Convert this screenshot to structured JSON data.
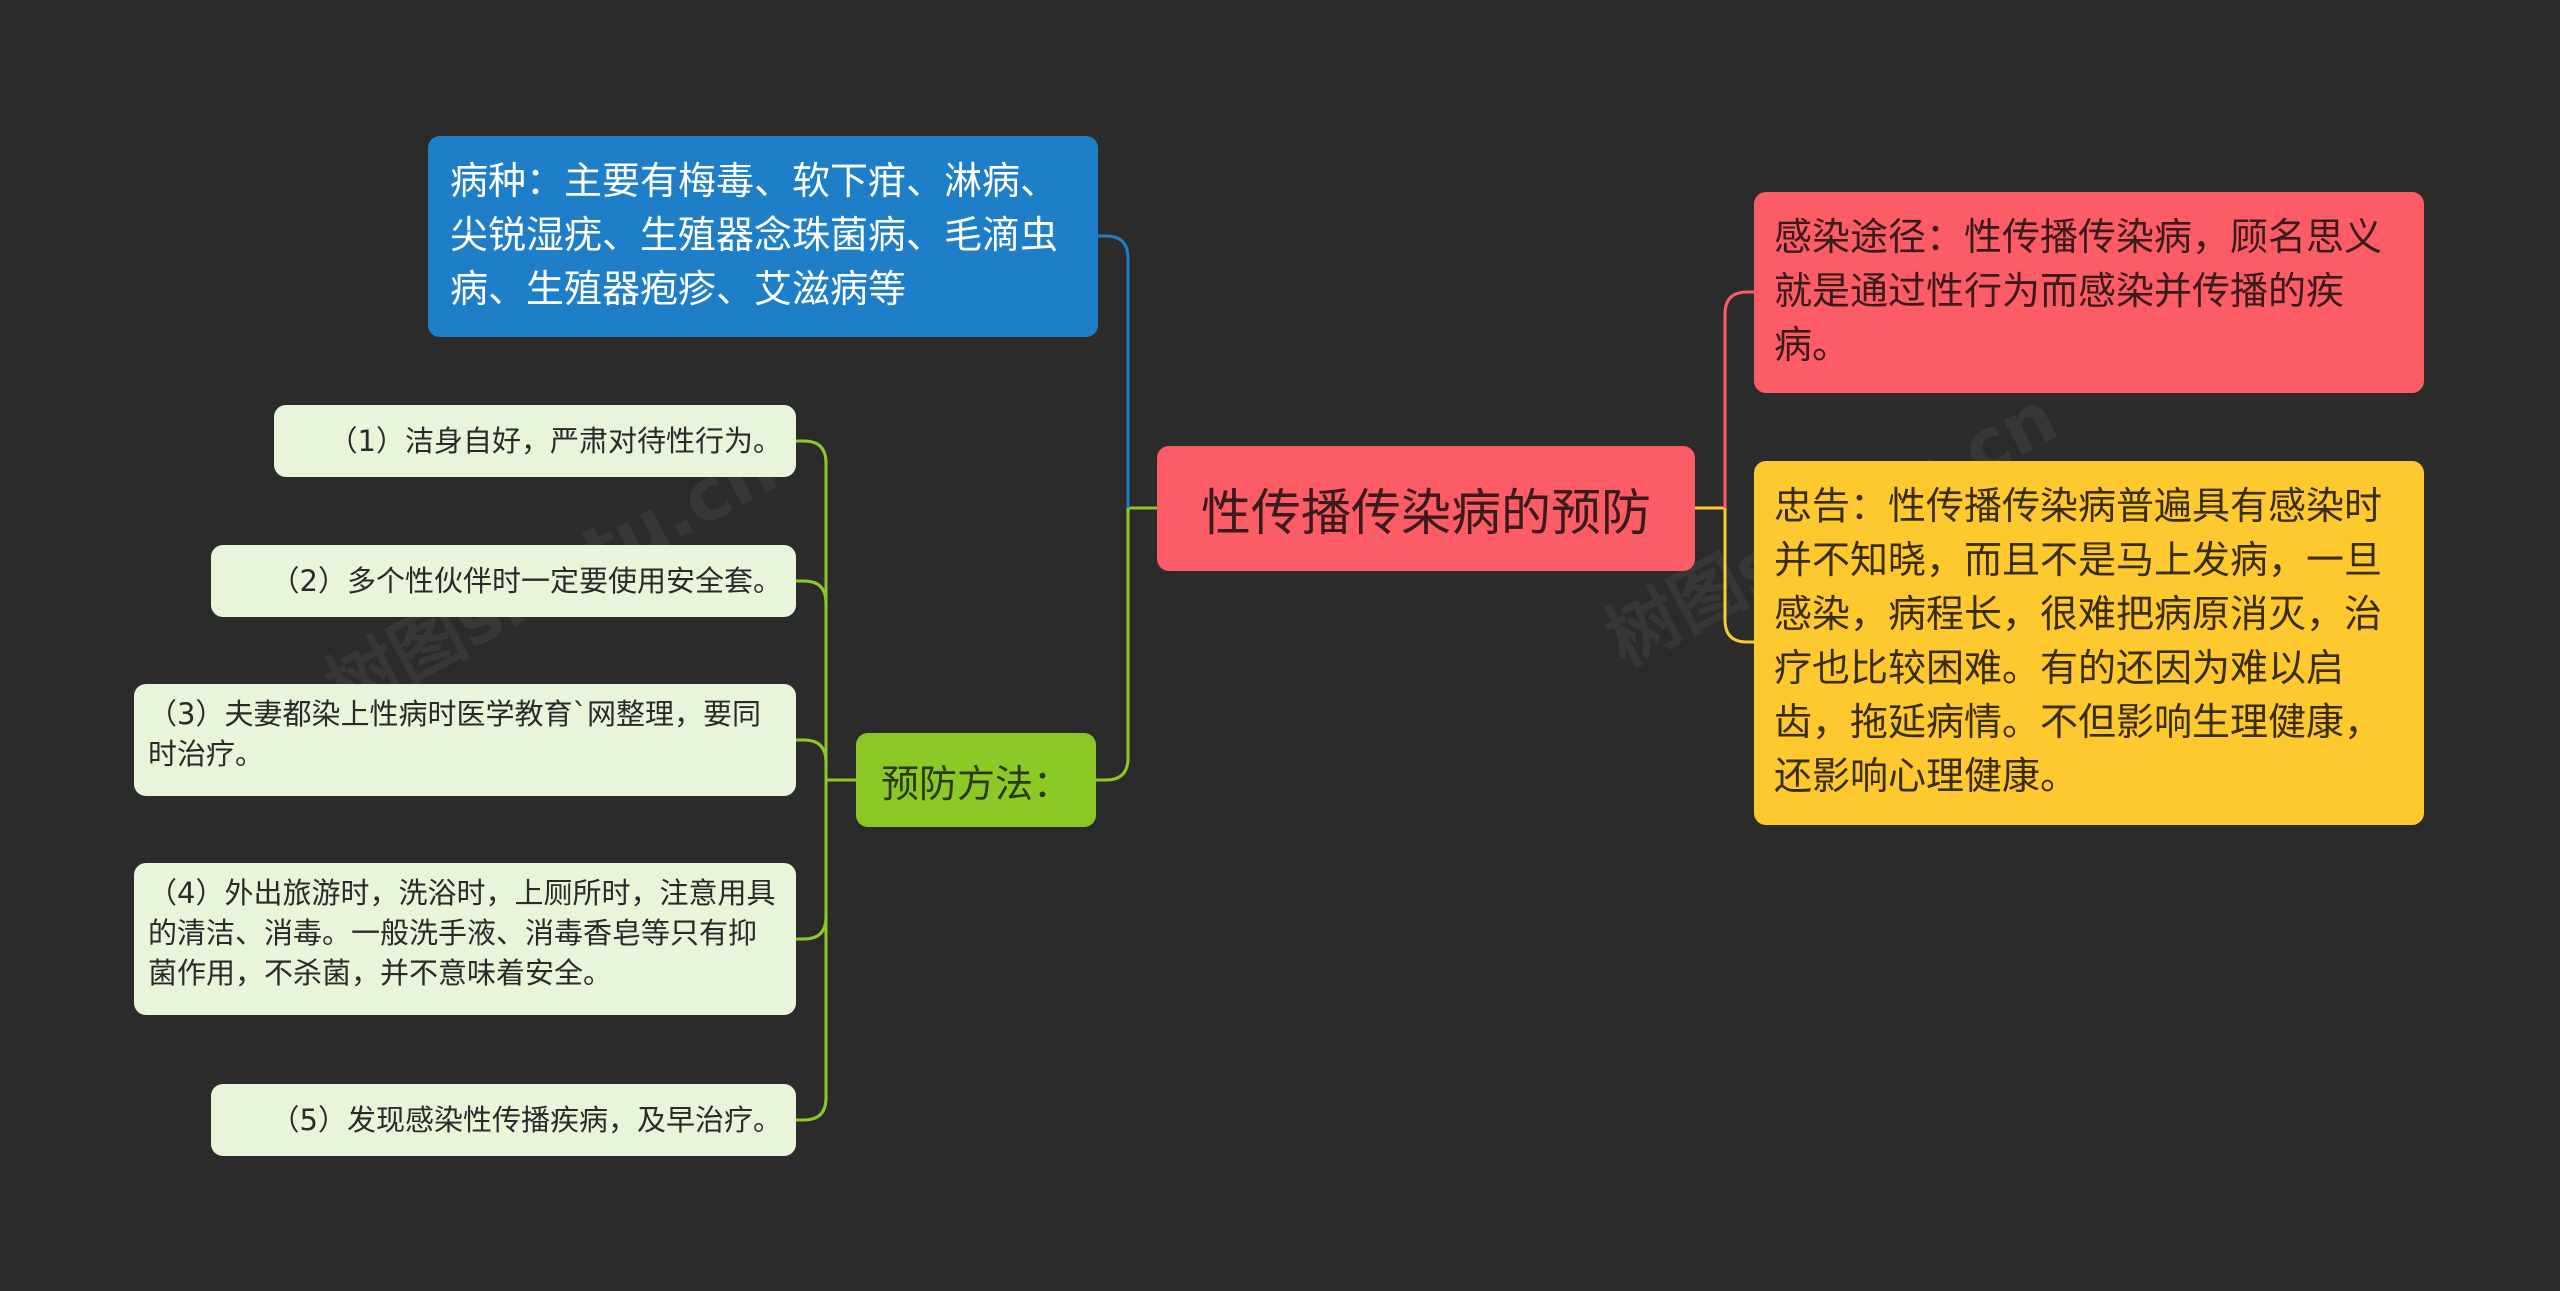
{
  "central": {
    "label": "性传播传染病的预防"
  },
  "left": {
    "disease_types": "病种：主要有梅毒、软下疳、淋病、尖锐湿疣、生殖器念珠菌病、毛滴虫病、生殖器疱疹、艾滋病等",
    "prevention": {
      "label": "预防方法：",
      "items": [
        "（1）洁身自好，严肃对待性行为。",
        "（2）多个性伙伴时一定要使用安全套。",
        "（3）夫妻都染上性病时医学教育`网整理，要同时治疗。",
        "（4）外出旅游时，洗浴时，上厕所时，注意用具的清洁、消毒。一般洗手液、消毒香皂等只有抑菌作用，不杀菌，并不意味着安全。",
        "（5）发现感染性传播疾病，及早治疗。"
      ]
    }
  },
  "right": {
    "infection_route": "感染途径：性传播传染病，顾名思义就是通过性行为而感染并传播的疾病。",
    "advice": "忠告：性传播传染病普遍具有感染时并不知晓，而且不是马上发病，一旦感染，病程长，很难把病原消灭，治疗也比较困难。有的还因为难以启齿，拖延病情。不但影响生理健康，还影响心理健康。"
  },
  "colors": {
    "background": "#2b2b2b",
    "central": "#fc5c65",
    "blue_branch": "#1e7fc8",
    "green_branch": "#8cc926",
    "leaf": "#e9f5db",
    "red_branch": "#fc5c65",
    "yellow_branch": "#fec82f"
  },
  "watermarks": [
    "树图shutu.cn",
    "树图shutu.cn"
  ]
}
